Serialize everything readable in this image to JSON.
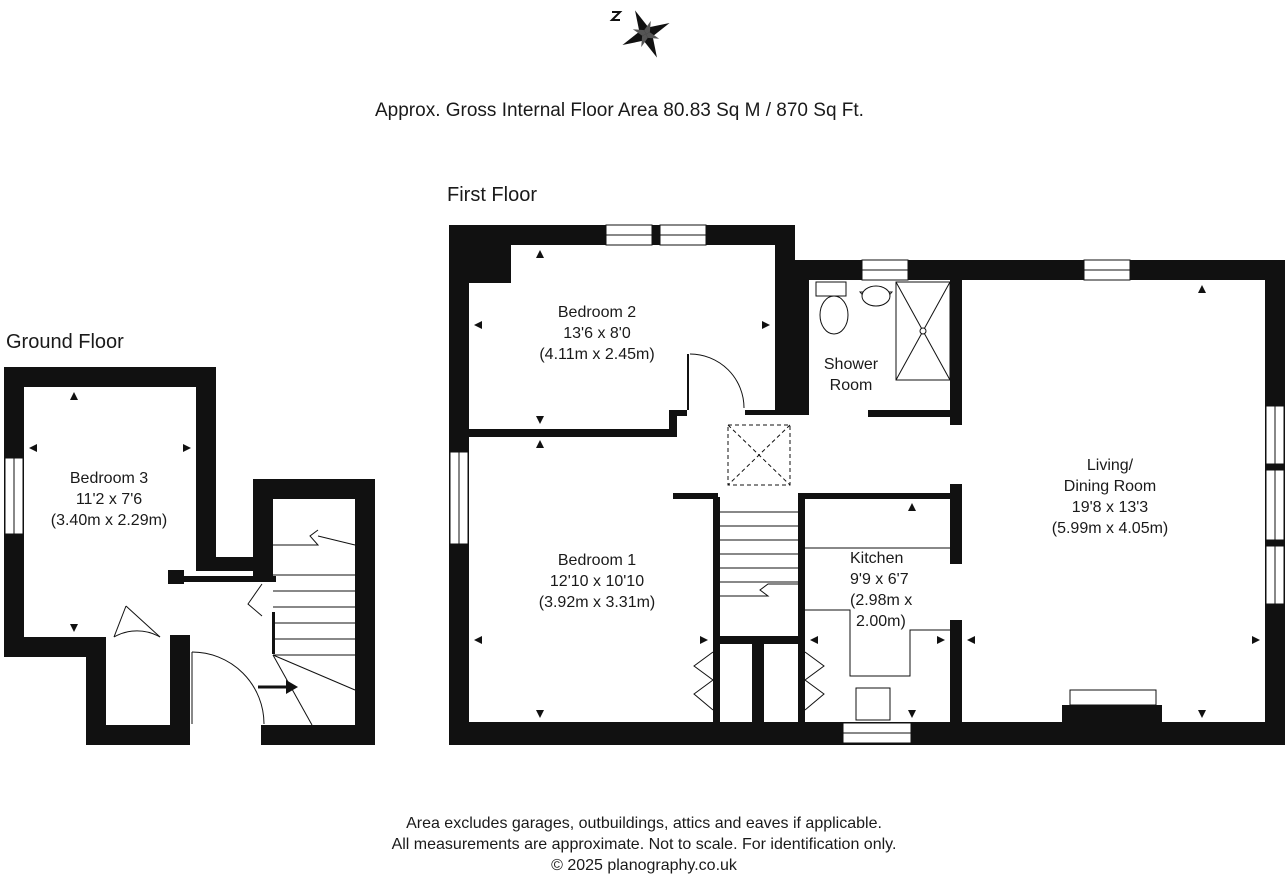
{
  "header": {
    "floor_area": "Approx. Gross Internal Floor Area 80.83 Sq M / 870 Sq Ft."
  },
  "floors": {
    "ground": {
      "label": "Ground Floor",
      "bedroom3": {
        "name": "Bedroom 3",
        "imperial": "11'2 x 7'6",
        "metric": "(3.40m x 2.29m)"
      }
    },
    "first": {
      "label": "First Floor",
      "bedroom2": {
        "name": "Bedroom 2",
        "imperial": "13'6 x 8'0",
        "metric": "(4.11m x 2.45m)"
      },
      "bedroom1": {
        "name": "Bedroom 1",
        "imperial": "12'10 x 10'10",
        "metric": "(3.92m x 3.31m)"
      },
      "shower": {
        "line1": "Shower",
        "line2": "Room"
      },
      "living": {
        "line1": "Living/",
        "line2": "Dining Room",
        "imperial": "19'8 x 13'3",
        "metric": "(5.99m x 4.05m)"
      },
      "kitchen": {
        "name": "Kitchen",
        "imperial": "9'9 x 6'7",
        "metric1": "(2.98m x",
        "metric2": "2.00m)"
      }
    }
  },
  "footer": {
    "line1": "Area excludes garages, outbuildings, attics and eaves if applicable.",
    "line2": "All measurements are approximate. Not to scale. For identification only.",
    "line3": "© 2025 planography.co.uk"
  },
  "icons": {
    "compass": "compass-rose-icon"
  }
}
